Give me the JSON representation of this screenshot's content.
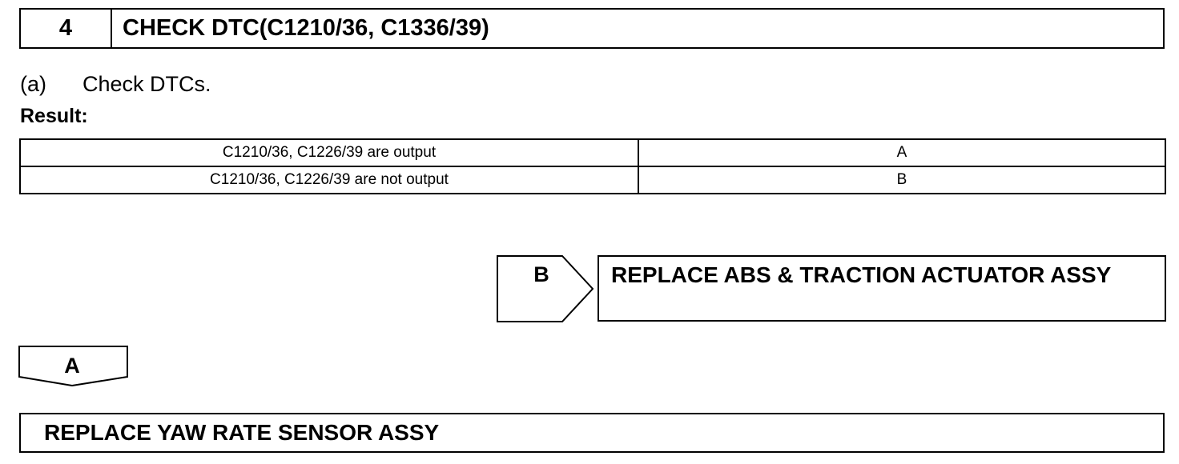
{
  "step": {
    "number": "4",
    "title": "CHECK DTC(C1210/36, C1336/39)"
  },
  "instruction": {
    "marker": "(a)",
    "text": "Check DTCs."
  },
  "result_label": "Result:",
  "result_table": {
    "rows": [
      {
        "condition": "C1210/36, C1226/39 are output",
        "code": "A"
      },
      {
        "condition": "C1210/36, C1226/39 are not output",
        "code": "B"
      }
    ]
  },
  "branches": {
    "b": {
      "label": "B",
      "action": "REPLACE ABS & TRACTION ACTUATOR ASSY"
    },
    "a": {
      "label": "A",
      "action": "REPLACE YAW RATE SENSOR ASSY"
    }
  }
}
